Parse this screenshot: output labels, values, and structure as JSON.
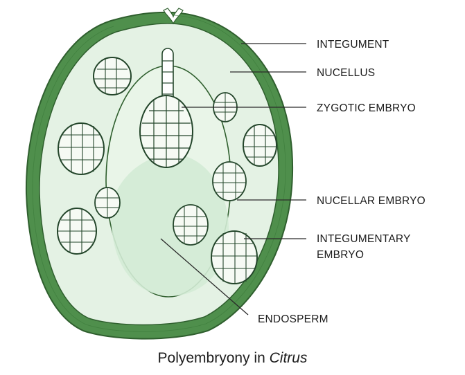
{
  "labels": {
    "integument": "INTEGUMENT",
    "nucellus": "NUCELLUS",
    "zygotic_embryo": "ZYGOTIC EMBRYO",
    "nucellar_embryo": "NUCELLAR EMBRYO",
    "integumentary_embryo_line1": "INTEGUMENTARY",
    "integumentary_embryo_line2": "EMBRYO",
    "endosperm": "ENDOSPERM"
  },
  "caption": {
    "prefix": "Polyembryony in ",
    "genus": "Citrus"
  },
  "colors": {
    "integument": "#4f8f4c",
    "integument_dark": "#2f5f2e",
    "seed_fill": "#e4f2e4",
    "endosperm_fill": "#d3ebd5",
    "cell_fill": "#f6faf4",
    "cell_stroke": "#23452a"
  }
}
